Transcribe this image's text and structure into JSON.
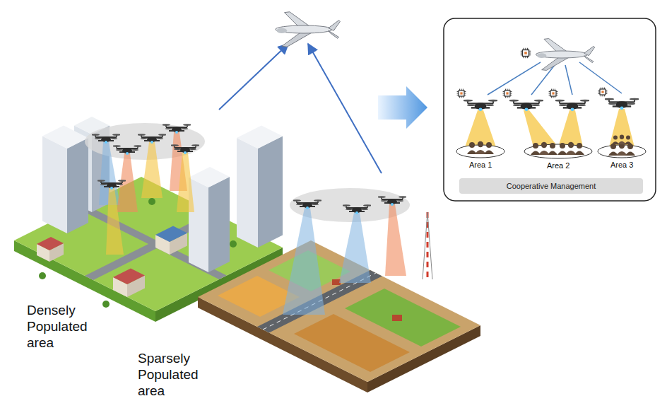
{
  "diagram": {
    "nodes": [
      {
        "text": [
          "Cooperative Management"
        ]
      }
    ],
    "labels": [
      "Densely Populated area",
      "Sparsely Populated area",
      "Area 1",
      "Area 2",
      "Area 3"
    ]
  }
}
